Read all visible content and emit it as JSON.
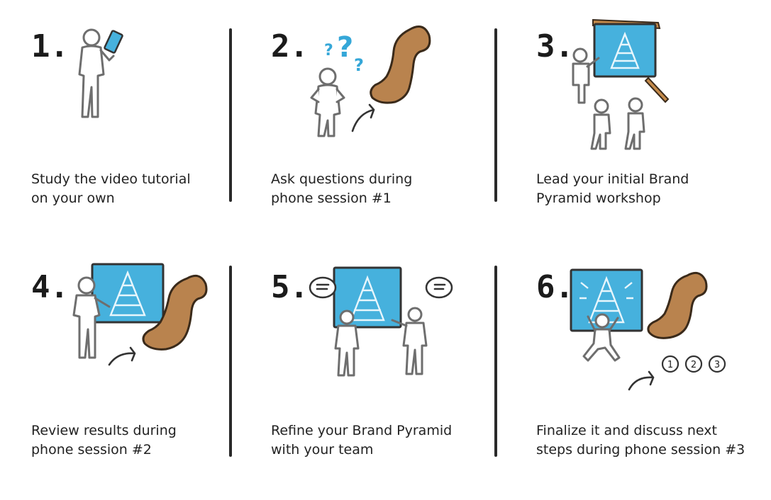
{
  "steps": [
    {
      "number": "1.",
      "lines": [
        "Study the video tutorial",
        "on your own"
      ]
    },
    {
      "number": "2.",
      "lines": [
        "Ask questions during",
        "phone session #1"
      ]
    },
    {
      "number": "3.",
      "lines": [
        "Lead your initial Brand",
        "Pyramid workshop"
      ]
    },
    {
      "number": "4.",
      "lines": [
        "Review results during",
        "phone session #2"
      ]
    },
    {
      "number": "5.",
      "lines": [
        "Refine your Brand Pyramid",
        "with your team"
      ]
    },
    {
      "number": "6.",
      "lines": [
        "Finalize it and discuss next",
        "steps during phone session #3"
      ]
    }
  ],
  "step6_badges": [
    "1",
    "2",
    "3"
  ],
  "question_marks": [
    "?",
    "?",
    "?"
  ],
  "colors": {
    "board": "#46b1dd",
    "phone": "#b9834e",
    "question": "#35a7d8"
  }
}
